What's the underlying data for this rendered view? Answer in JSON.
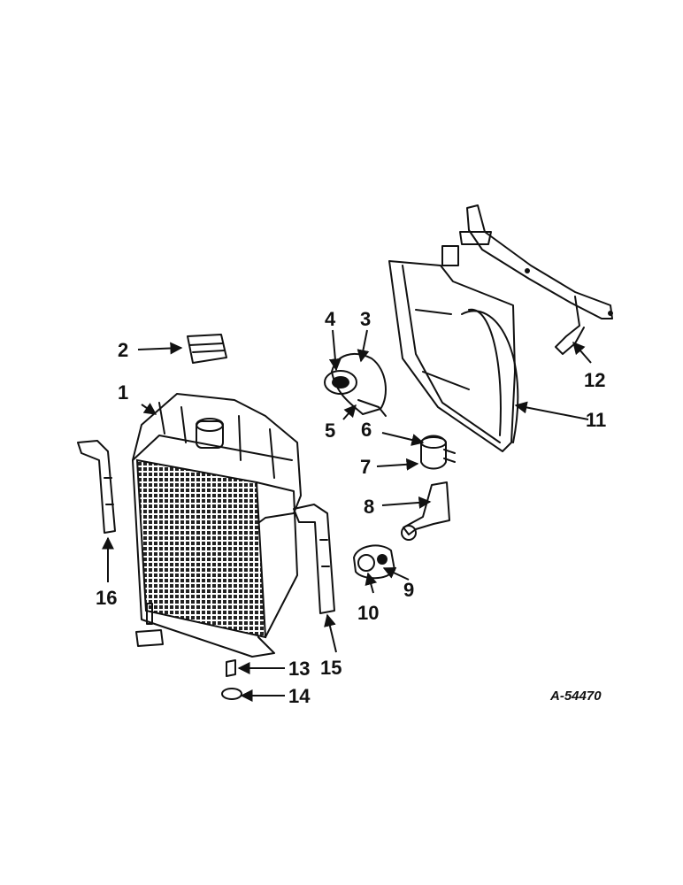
{
  "figure": {
    "reference": "A-54470",
    "callouts": [
      "1",
      "2",
      "3",
      "4",
      "5",
      "6",
      "7",
      "8",
      "9",
      "10",
      "11",
      "12",
      "13",
      "14",
      "15",
      "16"
    ]
  },
  "colors": {
    "ink": "#111111",
    "paper": "#ffffff"
  }
}
